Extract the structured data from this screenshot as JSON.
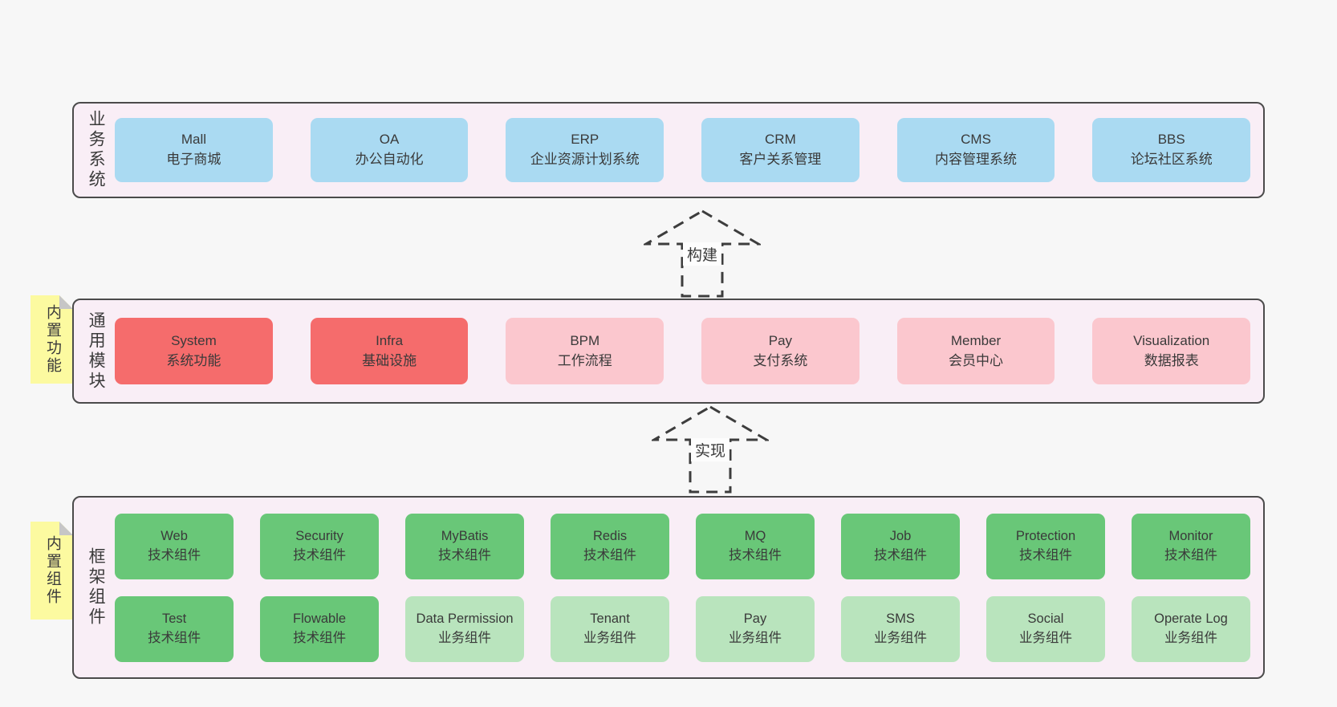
{
  "palette": {
    "page_bg": "#f7f7f7",
    "container_bg": "#f9eef6",
    "container_border": "#4b4b4b",
    "blue_box": "#aadaf2",
    "red_box": "#f56c6c",
    "pink_box": "#fbc7ce",
    "green_dark_box": "#69c778",
    "green_light_box": "#b9e4bd",
    "sticky_yellow": "#fcfaa0",
    "sticky_fold_gray": "#c6c6c6",
    "text": "#3b3b3b"
  },
  "arrows": {
    "build": "构建",
    "implement": "实现"
  },
  "stickies": {
    "features": "内置功能",
    "components": "内置组件"
  },
  "layers": {
    "business": {
      "label": "业务系统",
      "items": [
        {
          "name": "Mall",
          "desc": "电子商城",
          "variant": "blue"
        },
        {
          "name": "OA",
          "desc": "办公自动化",
          "variant": "blue"
        },
        {
          "name": "ERP",
          "desc": "企业资源计划系统",
          "variant": "blue"
        },
        {
          "name": "CRM",
          "desc": "客户关系管理",
          "variant": "blue"
        },
        {
          "name": "CMS",
          "desc": "内容管理系统",
          "variant": "blue"
        },
        {
          "name": "BBS",
          "desc": "论坛社区系统",
          "variant": "blue"
        }
      ]
    },
    "modules": {
      "label": "通用模块",
      "items": [
        {
          "name": "System",
          "desc": "系统功能",
          "variant": "red"
        },
        {
          "name": "Infra",
          "desc": "基础设施",
          "variant": "red"
        },
        {
          "name": "BPM",
          "desc": "工作流程",
          "variant": "pink"
        },
        {
          "name": "Pay",
          "desc": "支付系统",
          "variant": "pink"
        },
        {
          "name": "Member",
          "desc": "会员中心",
          "variant": "pink"
        },
        {
          "name": "Visualization",
          "desc": "数据报表",
          "variant": "pink"
        }
      ]
    },
    "framework": {
      "label": "框架组件",
      "rows": [
        [
          {
            "name": "Web",
            "desc": "技术组件",
            "variant": "green-dark"
          },
          {
            "name": "Security",
            "desc": "技术组件",
            "variant": "green-dark"
          },
          {
            "name": "MyBatis",
            "desc": "技术组件",
            "variant": "green-dark"
          },
          {
            "name": "Redis",
            "desc": "技术组件",
            "variant": "green-dark"
          },
          {
            "name": "MQ",
            "desc": "技术组件",
            "variant": "green-dark"
          },
          {
            "name": "Job",
            "desc": "技术组件",
            "variant": "green-dark"
          },
          {
            "name": "Protection",
            "desc": "技术组件",
            "variant": "green-dark"
          },
          {
            "name": "Monitor",
            "desc": "技术组件",
            "variant": "green-dark"
          }
        ],
        [
          {
            "name": "Test",
            "desc": "技术组件",
            "variant": "green-dark"
          },
          {
            "name": "Flowable",
            "desc": "技术组件",
            "variant": "green-dark"
          },
          {
            "name": "Data Permission",
            "desc": "业务组件",
            "variant": "green-light"
          },
          {
            "name": "Tenant",
            "desc": "业务组件",
            "variant": "green-light"
          },
          {
            "name": "Pay",
            "desc": "业务组件",
            "variant": "green-light"
          },
          {
            "name": "SMS",
            "desc": "业务组件",
            "variant": "green-light"
          },
          {
            "name": "Social",
            "desc": "业务组件",
            "variant": "green-light"
          },
          {
            "name": "Operate Log",
            "desc": "业务组件",
            "variant": "green-light"
          }
        ]
      ]
    }
  }
}
